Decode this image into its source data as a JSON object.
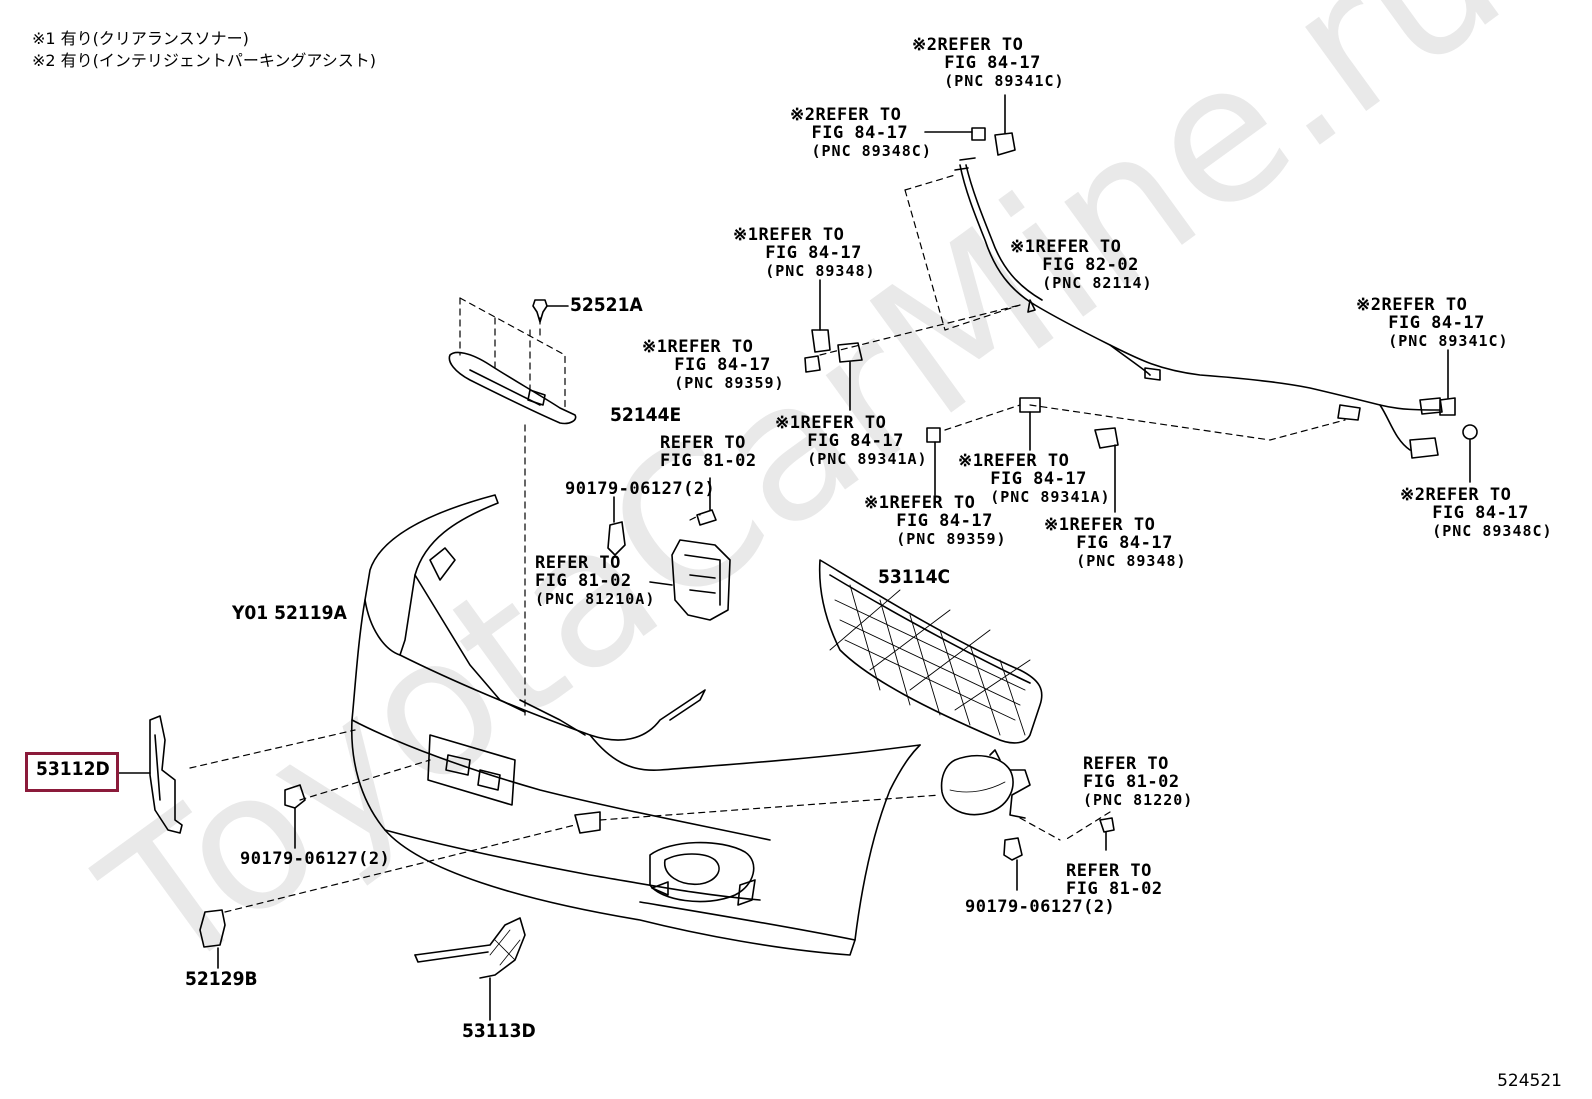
{
  "notes": {
    "note1": "※1 有り(クリアランスソナー)",
    "note2": "※2 有り(インテリジェントパーキングアシスト)"
  },
  "watermark": "ToyotaCarMine.ru",
  "catalog_number": "524521",
  "highlight_color": "#8b1a3a",
  "parts": {
    "p52521A": "52521A",
    "p52144E": "52144E",
    "p52119A": "Y01 52119A",
    "p53114C": "53114C",
    "p53112D": "53112D",
    "p52129B": "52129B",
    "p53113D": "53113D",
    "b1": "90179-06127(2)",
    "b2": "90179-06127(2)",
    "b3": "90179-06127(2)"
  },
  "refs": {
    "r1": {
      "mark": "※2",
      "l1": "REFER TO",
      "l2": "FIG 84-17",
      "l3": "(PNC 89341C)"
    },
    "r2": {
      "mark": "※2",
      "l1": "REFER TO",
      "l2": "FIG 84-17",
      "l3": "(PNC 89348C)"
    },
    "r3": {
      "mark": "※1",
      "l1": "REFER TO",
      "l2": "FIG 84-17",
      "l3": "(PNC 89348)"
    },
    "r4": {
      "mark": "※1",
      "l1": "REFER TO",
      "l2": "FIG 82-02",
      "l3": "(PNC 82114)"
    },
    "r5": {
      "mark": "※2",
      "l1": "REFER TO",
      "l2": "FIG 84-17",
      "l3": "(PNC 89341C)"
    },
    "r6": {
      "mark": "※1",
      "l1": "REFER TO",
      "l2": "FIG 84-17",
      "l3": "(PNC 89359)"
    },
    "r7": {
      "mark": "※1",
      "l1": "REFER TO",
      "l2": "FIG 84-17",
      "l3": "(PNC 89341A)"
    },
    "r8": {
      "mark": "",
      "l1": "REFER TO",
      "l2": "FIG 81-02",
      "l3": ""
    },
    "r9": {
      "mark": "※1",
      "l1": "REFER TO",
      "l2": "FIG 84-17",
      "l3": "(PNC 89341A)"
    },
    "r10": {
      "mark": "※1",
      "l1": "REFER TO",
      "l2": "FIG 84-17",
      "l3": "(PNC 89359)"
    },
    "r11": {
      "mark": "※2",
      "l1": "REFER TO",
      "l2": "FIG 84-17",
      "l3": "(PNC 89348C)"
    },
    "r12": {
      "mark": "",
      "l1": "REFER TO",
      "l2": "FIG 81-02",
      "l3": "(PNC 81210A)"
    },
    "r13": {
      "mark": "※1",
      "l1": "REFER TO",
      "l2": "FIG 84-17",
      "l3": "(PNC 89348)"
    },
    "r14": {
      "mark": "",
      "l1": "REFER TO",
      "l2": "FIG 81-02",
      "l3": "(PNC 81220)"
    },
    "r15": {
      "mark": "",
      "l1": "REFER TO",
      "l2": "FIG 81-02",
      "l3": ""
    }
  }
}
